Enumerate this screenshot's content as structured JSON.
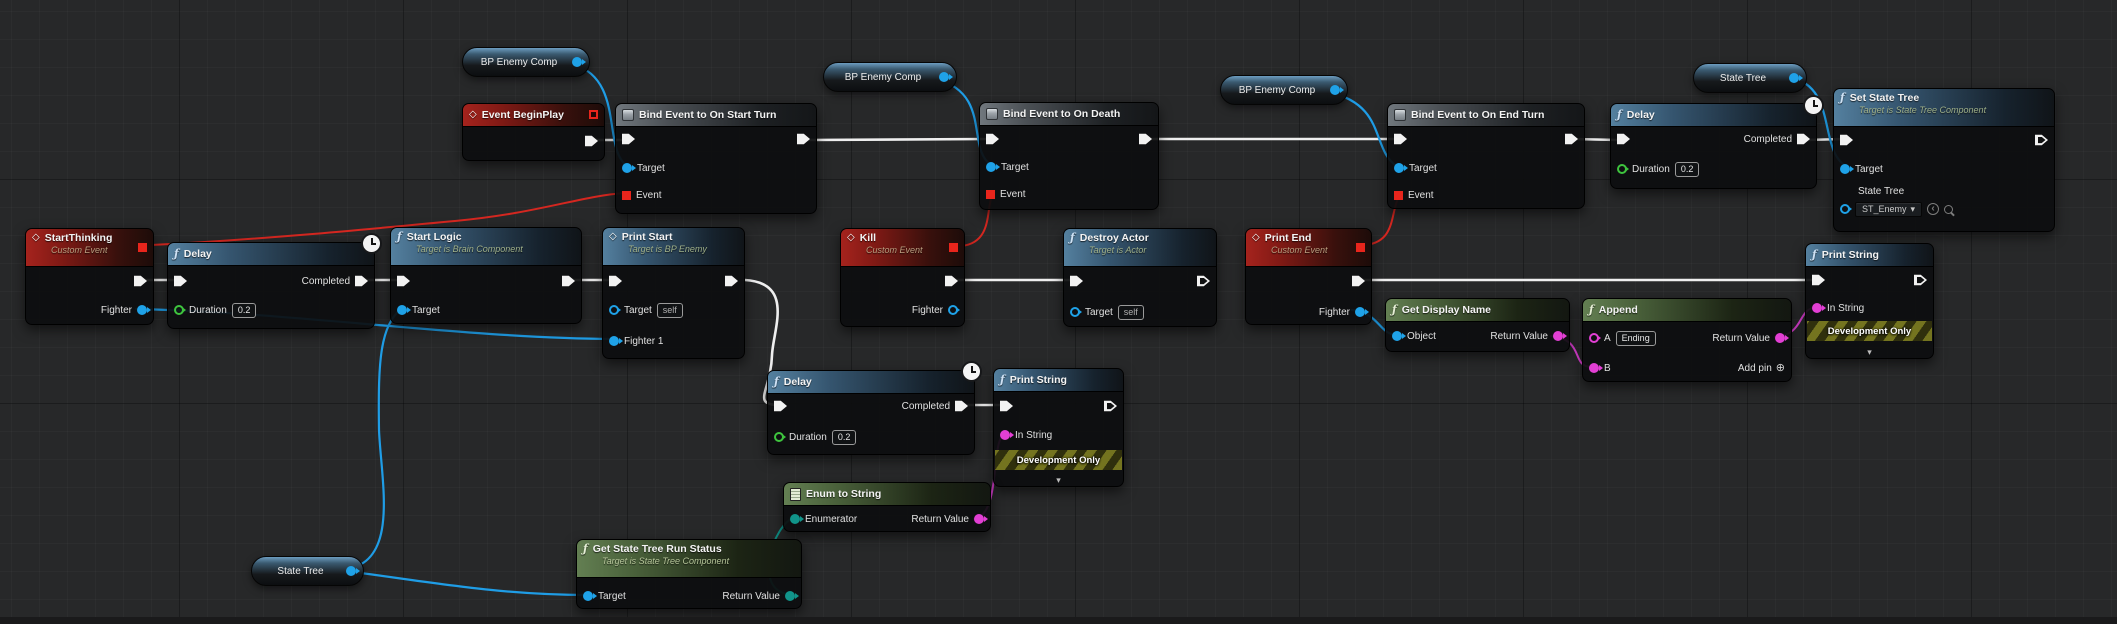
{
  "app": {
    "context": "Unreal Engine Blueprint Event Graph"
  },
  "colors": {
    "canvas_background": "#272829",
    "exec_wire": "#efefef",
    "delegate_red": "#e8251c",
    "object_pin_blue": "#1fa2e8",
    "string_pin_pink": "#e23fd4",
    "enum_pin_teal": "#11948a",
    "float_pin_green": "#3ec43e",
    "header_function_blue": "#54809f",
    "header_event_red": "#a5231d",
    "header_bind_gray": "#70777d",
    "header_pure_green": "#637f52"
  },
  "icons": {
    "function": "ƒ",
    "event": "◇",
    "chevron_down": "▾",
    "add_pin": "⊕",
    "use_asset": "‹"
  },
  "nodes": {
    "bp1": {
      "title": "BP Enemy Comp"
    },
    "bp2": {
      "title": "BP Enemy Comp"
    },
    "bp3": {
      "title": "BP Enemy Comp"
    },
    "st_top": {
      "title": "State Tree"
    },
    "st_bottom": {
      "title": "State Tree"
    },
    "beginplay": {
      "title": "Event BeginPlay"
    },
    "bind_start": {
      "title": "Bind Event to On Start Turn",
      "target": "Target",
      "event": "Event"
    },
    "bind_death": {
      "title": "Bind Event to On Death",
      "target": "Target",
      "event": "Event"
    },
    "bind_end": {
      "title": "Bind Event to On End Turn",
      "target": "Target",
      "event": "Event"
    },
    "delay_top": {
      "title": "Delay",
      "completed": "Completed",
      "duration": "Duration",
      "duration_value": "0.2"
    },
    "delay_1": {
      "title": "Delay",
      "completed": "Completed",
      "duration": "Duration",
      "duration_value": "0.2"
    },
    "delay_2": {
      "title": "Delay",
      "completed": "Completed",
      "duration": "Duration",
      "duration_value": "0.2"
    },
    "set_state_tree": {
      "title": "Set State Tree",
      "subtitle": "Target is State Tree Component",
      "target": "Target",
      "state_tree": "State Tree",
      "asset": "ST_Enemy"
    },
    "startthinking": {
      "title": "StartThinking",
      "subtitle": "Custom Event",
      "fighter": "Fighter"
    },
    "start_logic": {
      "title": "Start Logic",
      "subtitle": "Target is Brain Component",
      "target": "Target"
    },
    "print_start": {
      "title": "Print Start",
      "subtitle": "Target is BP Enemy",
      "target": "Target",
      "self_value": "self",
      "fighter1": "Fighter 1"
    },
    "kill": {
      "title": "Kill",
      "subtitle": "Custom Event",
      "fighter": "Fighter"
    },
    "destroy_actor": {
      "title": "Destroy Actor",
      "subtitle": "Target is Actor",
      "target": "Target",
      "self_value": "self"
    },
    "print_end": {
      "title": "Print End",
      "subtitle": "Custom Event",
      "fighter": "Fighter"
    },
    "get_display_name": {
      "title": "Get Display Name",
      "object": "Object",
      "return_value": "Return Value"
    },
    "append": {
      "title": "Append",
      "a": "A",
      "a_value": "Ending",
      "b": "B",
      "return_value": "Return Value",
      "add_pin": "Add pin"
    },
    "print_string_mid": {
      "title": "Print String",
      "in_string": "In String",
      "dev_only": "Development Only"
    },
    "print_string_right": {
      "title": "Print String",
      "in_string": "In String",
      "dev_only": "Development Only"
    },
    "enum_to_string": {
      "title": "Enum to String",
      "enumerator": "Enumerator",
      "return_value": "Return Value"
    },
    "get_strs": {
      "title": "Get State Tree Run Status",
      "subtitle": "Target is State Tree Component",
      "target": "Target",
      "return_value": "Return Value"
    }
  }
}
